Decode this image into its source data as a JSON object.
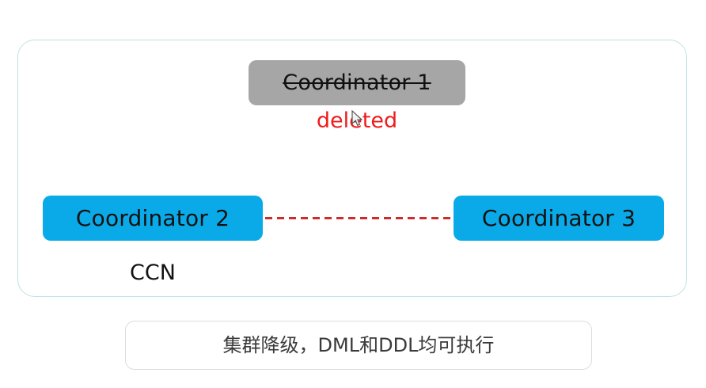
{
  "cluster": {
    "nodes": [
      {
        "id": "coordinator-1",
        "label": "Coordinator 1",
        "state": "deleted",
        "style": "gray",
        "strikethrough": true,
        "color": "#a6a6a6"
      },
      {
        "id": "coordinator-2",
        "label": "Coordinator 2",
        "state": "active",
        "style": "blue",
        "strikethrough": false,
        "color": "#0aaae8"
      },
      {
        "id": "coordinator-3",
        "label": "Coordinator 3",
        "state": "active",
        "style": "blue",
        "strikethrough": false,
        "color": "#0aaae8"
      }
    ],
    "annotations": {
      "deleted_label": "deleted",
      "deleted_label_color": "#ee1c1c",
      "group_label": "CCN"
    },
    "link": {
      "from": "coordinator-2",
      "to": "coordinator-3",
      "style": "dashed",
      "color": "#cf2b2b"
    },
    "border_color": "#bfe3e3"
  },
  "caption": {
    "text": "集群降级，DML和DDL均可执行",
    "border_color": "#dcdcdc"
  },
  "cursor": {
    "icon": "mouse-pointer-icon"
  }
}
